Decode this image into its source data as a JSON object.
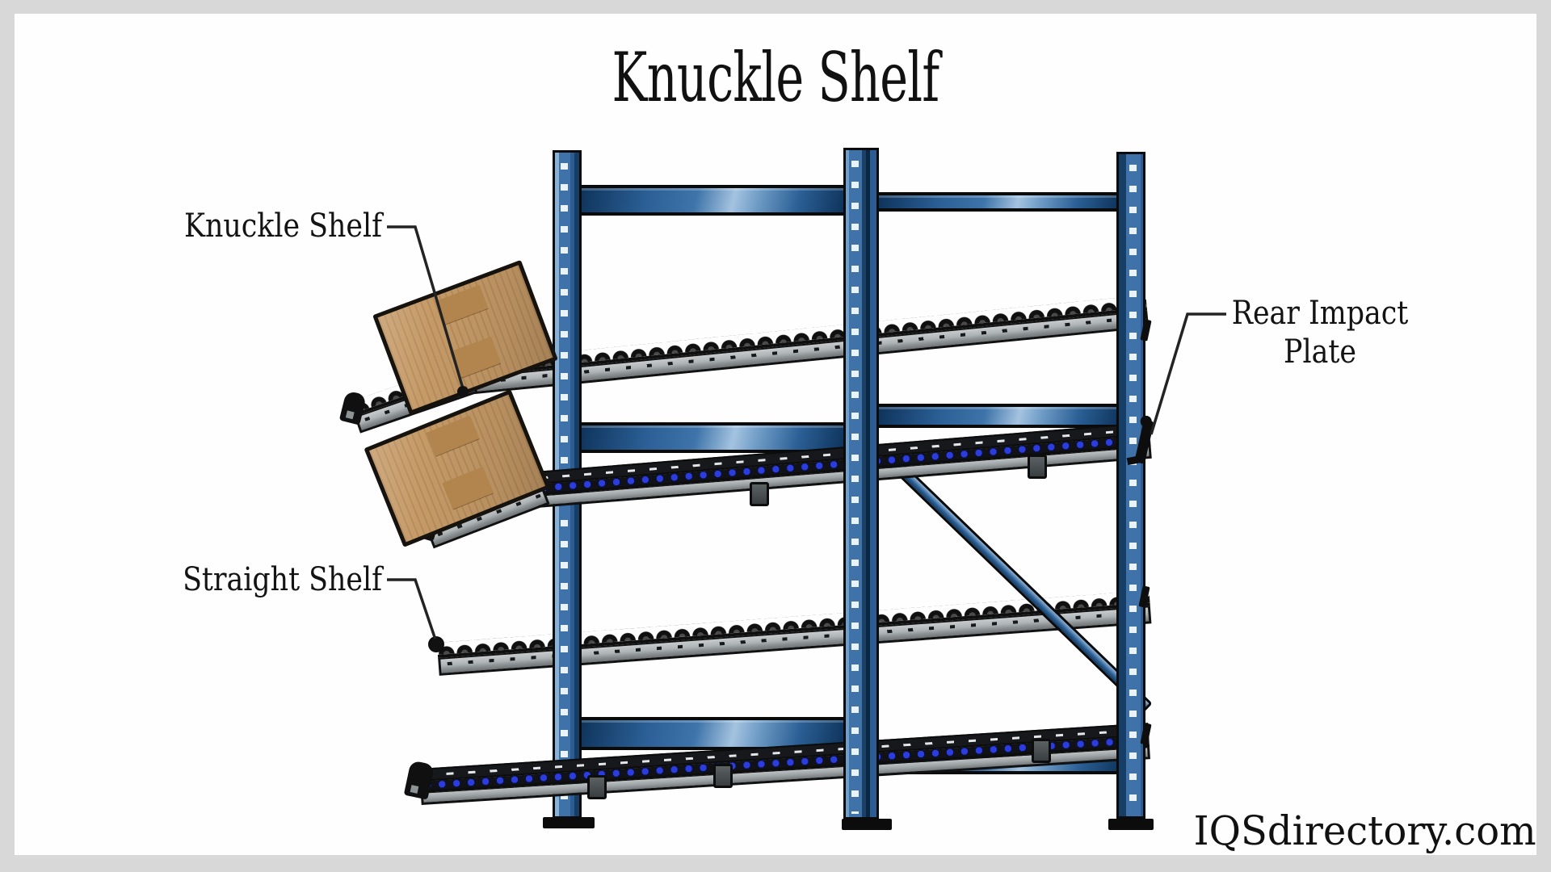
{
  "page": {
    "title": "Knuckle Shelf",
    "watermark": "IQSdirectory.com",
    "labels": {
      "knuckle_shelf": "Knuckle Shelf",
      "straight_shelf": "Straight Shelf",
      "rear_impact_plate": "Rear Impact\nPlate"
    },
    "colors": {
      "frame_gray": "#d8d8d8",
      "canvas_white": "#fefefe",
      "rack_blue": "#3f72a8",
      "rack_blue_light": "#8ab1d6",
      "rack_blue_dark": "#173e67",
      "wheel_blue": "#2c3de0",
      "rail_gray": "#c7cbcd",
      "rail_gray_dark": "#6f7477",
      "box_tan": "#c59a67",
      "box_tape": "#b2854e",
      "ink": "#111111"
    }
  }
}
